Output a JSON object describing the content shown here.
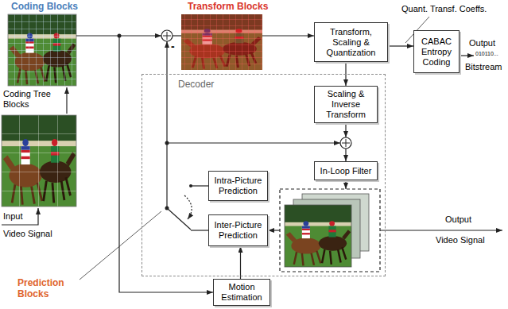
{
  "diagram": {
    "nodes": [
      {
        "text": [
          "Transform, Scaling & Quantization"
        ]
      },
      {
        "text": [
          "CABAC Entropy Coding"
        ]
      },
      {
        "text": [
          "Decoder"
        ]
      },
      {
        "text": [
          "Scaling & Inverse Transform"
        ],
        "in": 2
      },
      {
        "text": [
          "In-Loop Filter"
        ],
        "in": 2
      },
      {
        "text": [
          "Intra-Picture Prediction"
        ],
        "in": 2
      },
      {
        "text": [
          "Inter-Picture Prediction"
        ],
        "in": 2
      },
      {
        "text": [
          "Motion Estimation"
        ]
      }
    ],
    "edges": [
      {
        "from": 0,
        "to": 1,
        "arrow": "to"
      },
      {
        "from": 0,
        "to": 3,
        "arrow": "to"
      },
      {
        "from": 7,
        "to": 6,
        "arrow": "to"
      }
    ],
    "labels": [
      "Coding Blocks",
      "Transform Blocks",
      "Quant. Transf. Coeffs.",
      "Output",
      "010110...",
      "Bitstream",
      "Coding Tree Blocks",
      "-",
      "Input",
      "Video Signal",
      "Output",
      "Video Signal",
      "Prediction Blocks"
    ]
  }
}
